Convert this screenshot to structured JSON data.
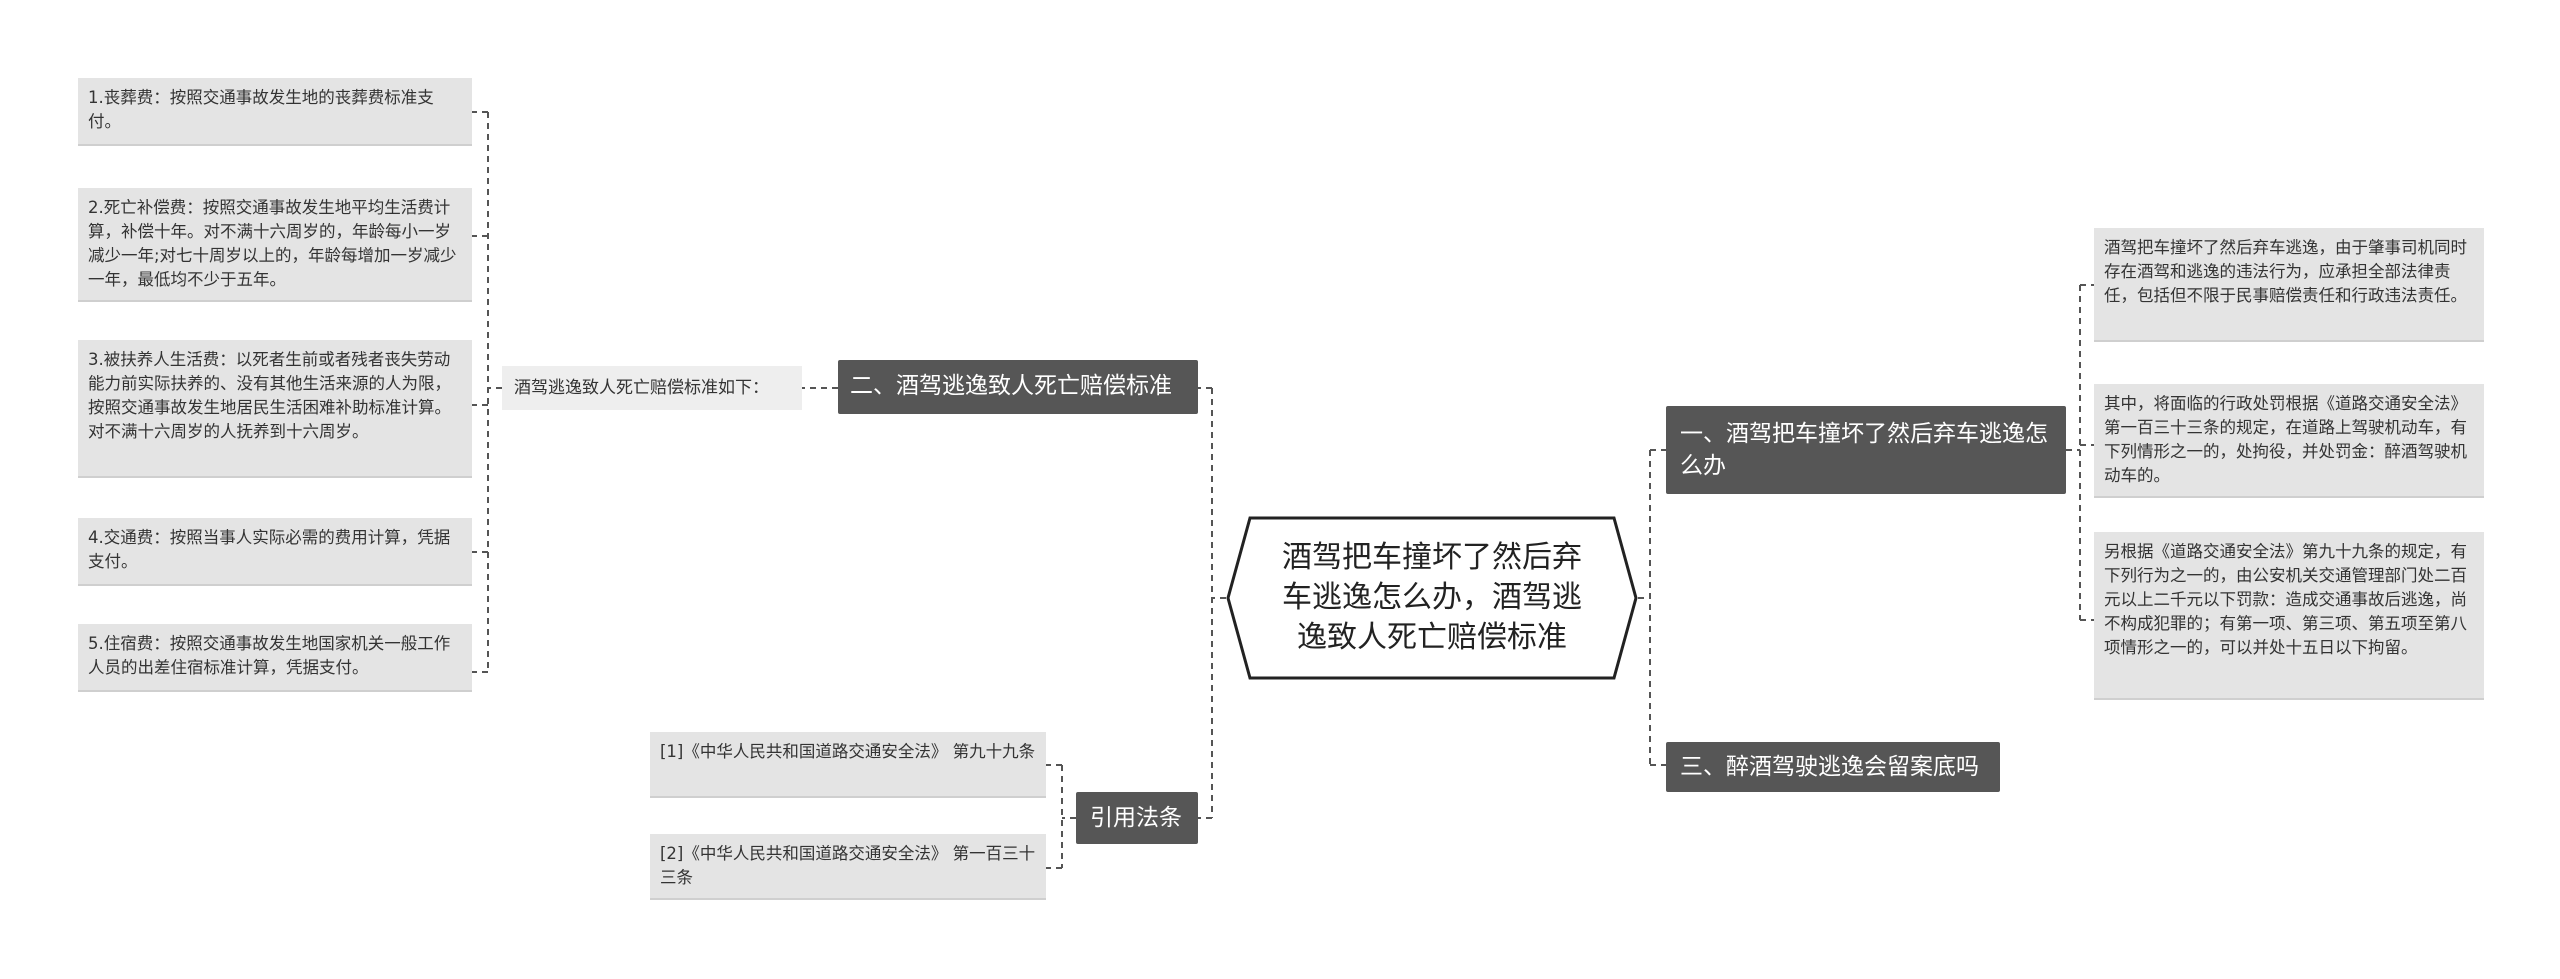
{
  "colors": {
    "branch_fill": "#565656",
    "leaf_fill": "#e4e4e4",
    "root_border": "#222222",
    "connector": "#555555"
  },
  "root": {
    "text": "酒驾把车撞坏了然后弃车逃逸怎么办，酒驾逃逸致人死亡赔偿标准"
  },
  "right": {
    "branch1": {
      "label": "一、酒驾把车撞坏了然后弃车逃逸怎么办",
      "leaves": [
        "酒驾把车撞坏了然后弃车逃逸，由于肇事司机同时存在酒驾和逃逸的违法行为，应承担全部法律责任，包括但不限于民事赔偿责任和行政违法责任。",
        "其中，将面临的行政处罚根据《道路交通安全法》第一百三十三条的规定，在道路上驾驶机动车，有下列情形之一的，处拘役，并处罚金：醉酒驾驶机动车的。",
        "另根据《道路交通安全法》第九十九条的规定，有下列行为之一的，由公安机关交通管理部门处二百元以上二千元以下罚款：造成交通事故后逃逸，尚不构成犯罪的；有第一项、第三项、第五项至第八项情形之一的，可以并处十五日以下拘留。"
      ]
    },
    "branch3": {
      "label": "三、醉酒驾驶逃逸会留案底吗"
    }
  },
  "left": {
    "branch2": {
      "label": "二、酒驾逃逸致人死亡赔偿标准",
      "intro": "酒驾逃逸致人死亡赔偿标准如下：",
      "leaves": [
        "1.丧葬费：按照交通事故发生地的丧葬费标准支付。",
        "2.死亡补偿费：按照交通事故发生地平均生活费计算，补偿十年。对不满十六周岁的，年龄每小一岁减少一年;对七十周岁以上的，年龄每增加一岁减少一年，最低均不少于五年。",
        "3.被扶养人生活费：以死者生前或者残者丧失劳动能力前实际扶养的、没有其他生活来源的人为限，按照交通事故发生地居民生活困难补助标准计算。对不满十六周岁的人抚养到十六周岁。",
        "4.交通费：按照当事人实际必需的费用计算，凭据支付。",
        "5.住宿费：按照交通事故发生地国家机关一般工作人员的出差住宿标准计算，凭据支付。"
      ]
    },
    "refs": {
      "label": "引用法条",
      "items": [
        "[1]《中华人民共和国道路交通安全法》 第九十九条",
        "[2]《中华人民共和国道路交通安全法》 第一百三十三条"
      ]
    }
  }
}
